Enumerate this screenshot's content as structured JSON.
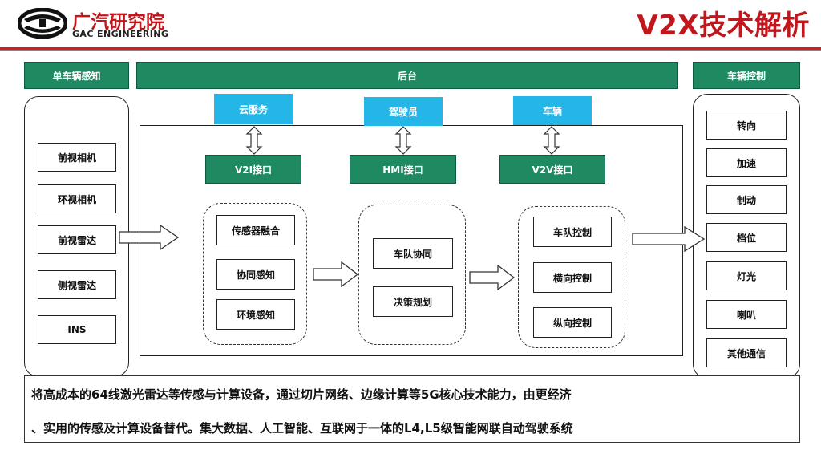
{
  "header": {
    "logo_cn": "广汽研究院",
    "logo_en": "GAC ENGINEERING",
    "title": "V2X技术解析"
  },
  "colors": {
    "brand_red": "#c0161c",
    "header_green": "#1f8a62",
    "service_blue": "#25b6e8"
  },
  "sensing": {
    "header": "单车辆感知",
    "items": [
      "前视相机",
      "环视相机",
      "前视雷达",
      "侧视雷达",
      "INS"
    ]
  },
  "backend": {
    "header": "后台",
    "services": [
      "云服务",
      "驾驶员",
      "车辆"
    ],
    "interfaces": [
      "V2I接口",
      "HMI接口",
      "V2V接口"
    ],
    "perception": [
      "传感器融合",
      "协同感知",
      "环境感知"
    ],
    "planning": [
      "车队协同",
      "决策规划"
    ],
    "control": [
      "车队控制",
      "横向控制",
      "纵向控制"
    ]
  },
  "vehicle_control": {
    "header": "车辆控制",
    "items": [
      "转向",
      "加速",
      "制动",
      "档位",
      "灯光",
      "喇叭",
      "其他通信"
    ]
  },
  "summary": {
    "line1": "将高成本的64线激光雷达等传感与计算设备，通过切片网络、边缘计算等5G核心技术能力，由更经济",
    "line2": "、实用的传感及计算设备替代。集大数据、人工智能、互联网于一体的L4,L5级智能网联自动驾驶系统"
  }
}
